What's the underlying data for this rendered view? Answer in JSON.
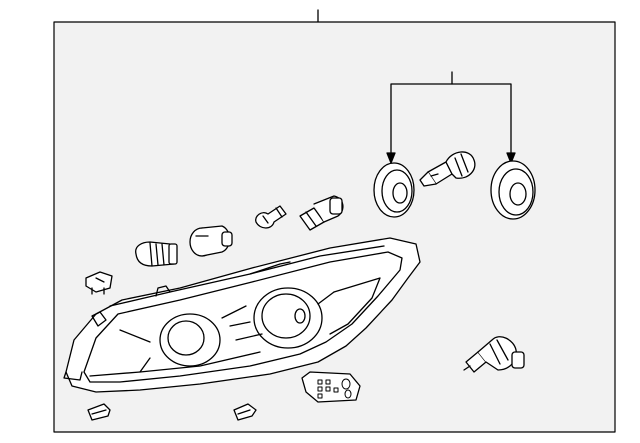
{
  "diagram": {
    "title": "",
    "callouts": [],
    "colors": {
      "frame_fill": "#f2f2f2",
      "line": "#000000",
      "part_fill": "#ffffff"
    },
    "parts": [
      "headlight-assembly",
      "side-marker-socket",
      "turn-signal-bulb",
      "bulb-socket",
      "wedge-bulb",
      "wedge-bulb-socket",
      "dust-cap-left",
      "dust-cap-right",
      "high-beam-bulb",
      "low-beam-bulb",
      "mounting-clip-left",
      "mounting-clip-right",
      "connector-bracket"
    ]
  }
}
